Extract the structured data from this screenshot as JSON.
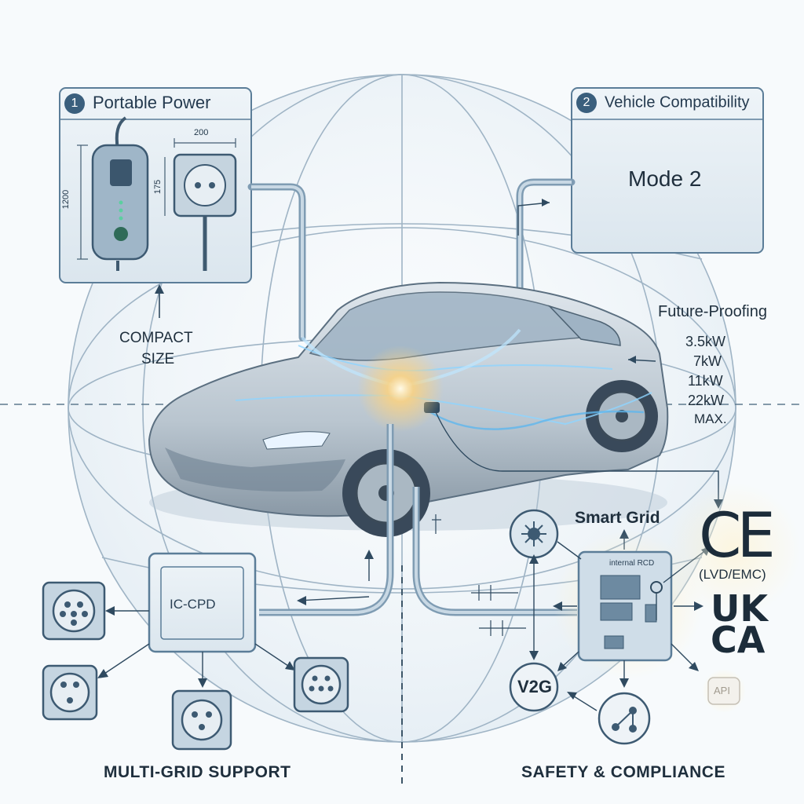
{
  "panel_portable": {
    "number": "1",
    "title": "Portable Power",
    "dim_height": "1200",
    "dim_width": "200",
    "dim_socket": "175"
  },
  "compact_size": {
    "line1": "COMPACT",
    "line2": "SIZE"
  },
  "panel_vehicle": {
    "number": "2",
    "title": "Vehicle Compatibility",
    "mode": "Mode 2"
  },
  "future_proofing": {
    "title": "Future-Proofing",
    "ratings": [
      "3.5kW",
      "7kW",
      "11kW",
      "22kW",
      "MAX."
    ]
  },
  "icpd": {
    "label": "IC-CPD"
  },
  "smart_grid": {
    "label": "Smart Grid"
  },
  "rcd_module": {
    "label": "internal RCD"
  },
  "certifications": {
    "ce": "CE",
    "ce_note": "(LVD/EMC)",
    "ukca_line1": "UK",
    "ukca_line2": "CA",
    "api": "API"
  },
  "v2g": {
    "label": "V2G"
  },
  "sections": {
    "multi_grid": "MULTI-GRID SUPPORT",
    "safety": "SAFETY & COMPLIANCE"
  },
  "colors": {
    "line": "#4e7595",
    "panel_fill": "#e8f0f6",
    "panel_stroke": "#5b7d98",
    "accent_glow": "#ffd27a",
    "text_dark": "#1e3447"
  },
  "icons": {
    "charger_unit": "evse-charger-icon",
    "wall_socket": "schuko-socket-icon",
    "connector_type2": "type2-connector-icon",
    "smart_grid": "grid-network-icon",
    "v2g_network": "v2g-network-icon",
    "car": "electric-car-icon"
  }
}
